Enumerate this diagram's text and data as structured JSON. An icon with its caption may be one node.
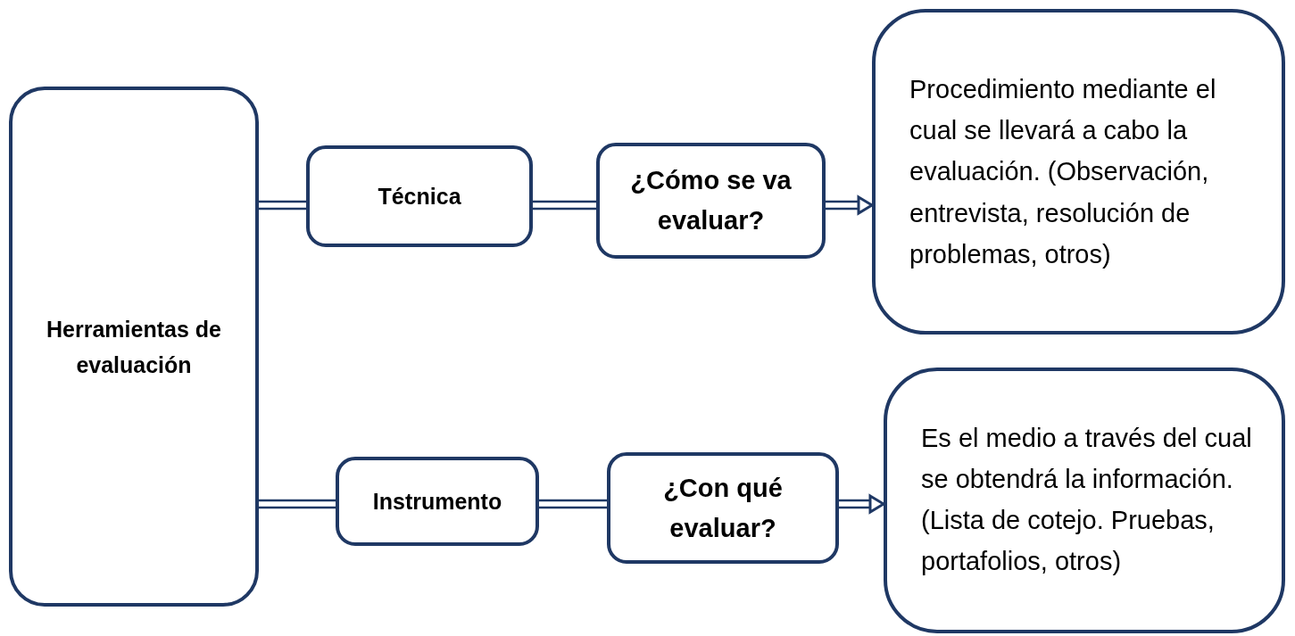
{
  "diagram": {
    "nodes": [
      {
        "text": [
          "Herramientas de evaluación"
        ]
      },
      {
        "text": [
          "Técnica"
        ]
      },
      {
        "text": [
          "¿Cómo se va evaluar?"
        ]
      },
      {
        "text": [
          "Procedimiento mediante el cual se llevará a cabo la evaluación. (Observación, entrevista, resolución de problemas, otros)"
        ]
      },
      {
        "text": [
          "Instrumento"
        ]
      },
      {
        "text": [
          "¿Con qué evaluar?"
        ]
      },
      {
        "text": [
          "Es el medio a través del cual se obtendrá la información. (Lista de cotejo. Pruebas, portafolios, otros)"
        ]
      }
    ],
    "edges": [
      {
        "from": 0,
        "to": 1,
        "arrow": "none"
      },
      {
        "from": 1,
        "to": 2,
        "arrow": "none"
      },
      {
        "from": 2,
        "to": 3,
        "arrow": "to"
      },
      {
        "from": 0,
        "to": 4,
        "arrow": "none"
      },
      {
        "from": 4,
        "to": 5,
        "arrow": "none"
      },
      {
        "from": 5,
        "to": 6,
        "arrow": "to"
      }
    ]
  }
}
